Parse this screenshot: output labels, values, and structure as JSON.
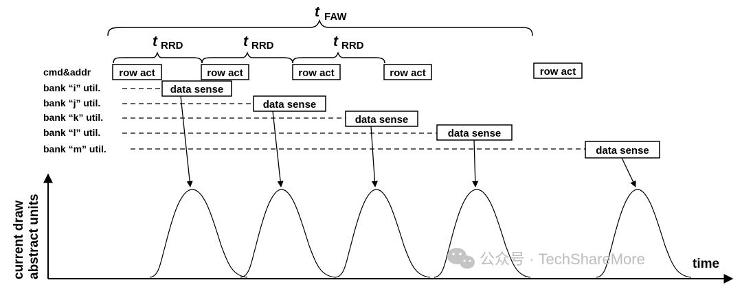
{
  "timing": {
    "faw": {
      "t": "t",
      "sub": "FAW"
    },
    "rrd": [
      {
        "t": "t",
        "sub": "RRD"
      },
      {
        "t": "t",
        "sub": "RRD"
      },
      {
        "t": "t",
        "sub": "RRD"
      }
    ]
  },
  "rows": {
    "cmd": "cmd&addr",
    "i": "bank “i” util.",
    "j": "bank “j” util.",
    "k": "bank “k” util.",
    "l": "bank “l” util.",
    "m": "bank “m” util."
  },
  "commands": [
    "row act",
    "row act",
    "row act",
    "row act",
    "row act"
  ],
  "sense": [
    "data sense",
    "data sense",
    "data sense",
    "data sense",
    "data sense"
  ],
  "axes": {
    "y_line1": "current draw",
    "y_line2": "abstract units",
    "x": "time"
  },
  "watermark": "公众号 · TechShareMore"
}
